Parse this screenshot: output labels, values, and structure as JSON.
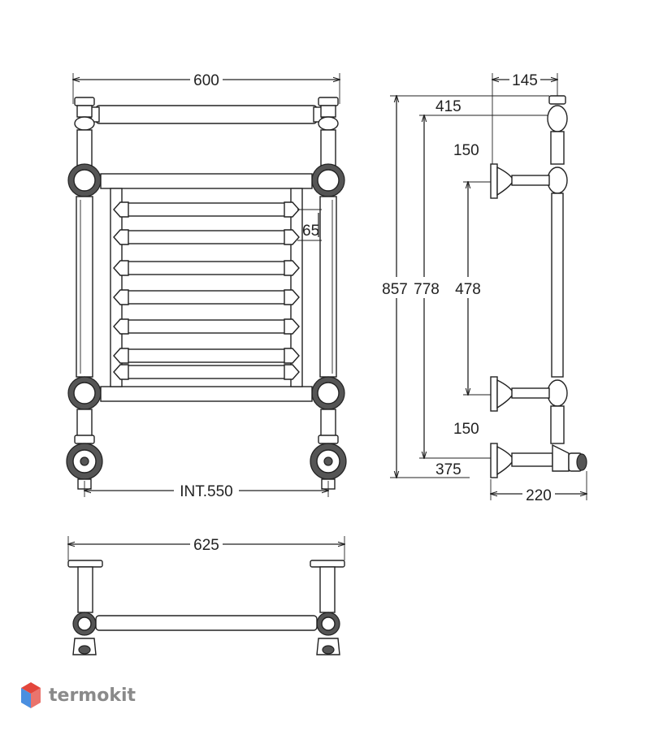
{
  "brand": {
    "name": "termokit",
    "colors": {
      "logo_red": "#e3463c",
      "logo_blue": "#4a8fe0",
      "logo_text": "#8a8a8a"
    }
  },
  "front_view": {
    "overall_width": "600",
    "interaxis": "INT.550",
    "rail_spacing": "65"
  },
  "side_view": {
    "depth_top": "145",
    "top_offset": "415",
    "upper_bracket_offset": "150",
    "overall_height": "857",
    "height_778": "778",
    "bracket_span": "478",
    "lower_bracket_offset": "150",
    "bottom_offset": "375",
    "depth_bottom": "220"
  },
  "top_view": {
    "overall_width": "625"
  }
}
